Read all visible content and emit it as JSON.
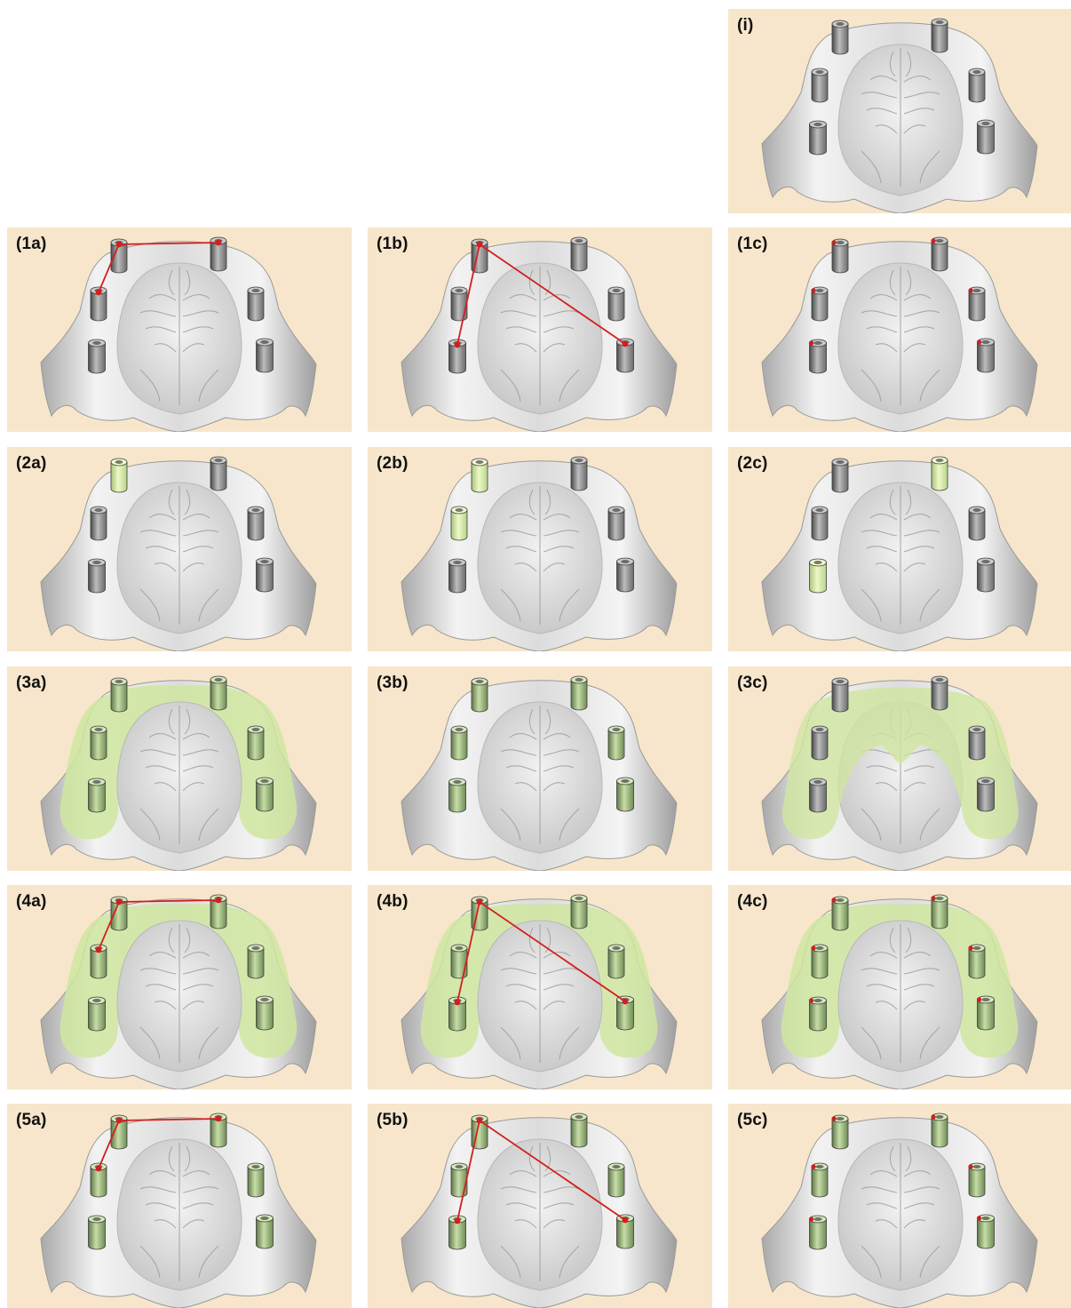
{
  "colors": {
    "panel_bg": "#f7e6cb",
    "gray_abutment": "#8e8e8e",
    "green_abutment": "#a8c487",
    "green_highlight": "#d5ec9e",
    "soft_tissue_green": "#cfe6a0",
    "measurement_red": "#d21f1f"
  },
  "panels": [
    {
      "label": "(i)",
      "abutments": [
        "gray",
        "gray",
        "gray",
        "gray",
        "gray",
        "gray"
      ],
      "gingiva": "none",
      "markers": "none"
    },
    {
      "label": "(1a)",
      "abutments": [
        "gray",
        "gray",
        "gray",
        "gray",
        "gray",
        "gray"
      ],
      "gingiva": "none",
      "markers": "lines-a"
    },
    {
      "label": "(1b)",
      "abutments": [
        "gray",
        "gray",
        "gray",
        "gray",
        "gray",
        "gray"
      ],
      "gingiva": "none",
      "markers": "lines-b"
    },
    {
      "label": "(1c)",
      "abutments": [
        "gray",
        "gray",
        "gray",
        "gray",
        "gray",
        "gray"
      ],
      "gingiva": "none",
      "markers": "dots"
    },
    {
      "label": "(2a)",
      "abutments": [
        "hl",
        "gray",
        "gray",
        "gray",
        "gray",
        "gray"
      ],
      "gingiva": "none",
      "markers": "none"
    },
    {
      "label": "(2b)",
      "abutments": [
        "hl",
        "hl",
        "gray",
        "gray",
        "gray",
        "gray"
      ],
      "gingiva": "none",
      "markers": "none"
    },
    {
      "label": "(2c)",
      "abutments": [
        "gray",
        "gray",
        "hl",
        "hl",
        "gray",
        "gray"
      ],
      "gingiva": "none",
      "markers": "none"
    },
    {
      "label": "(3a)",
      "abutments": [
        "green",
        "green",
        "green",
        "green",
        "green",
        "green"
      ],
      "gingiva": "arch",
      "markers": "none"
    },
    {
      "label": "(3b)",
      "abutments": [
        "green",
        "green",
        "green",
        "green",
        "green",
        "green"
      ],
      "gingiva": "none",
      "markers": "none"
    },
    {
      "label": "(3c)",
      "abutments": [
        "gray",
        "gray",
        "gray",
        "gray",
        "gray",
        "gray"
      ],
      "gingiva": "full",
      "markers": "none"
    },
    {
      "label": "(4a)",
      "abutments": [
        "green",
        "green",
        "green",
        "green",
        "green",
        "green"
      ],
      "gingiva": "arch",
      "markers": "lines-a"
    },
    {
      "label": "(4b)",
      "abutments": [
        "green",
        "green",
        "green",
        "green",
        "green",
        "green"
      ],
      "gingiva": "arch",
      "markers": "lines-b"
    },
    {
      "label": "(4c)",
      "abutments": [
        "green",
        "green",
        "green",
        "green",
        "green",
        "green"
      ],
      "gingiva": "arch",
      "markers": "dots"
    },
    {
      "label": "(5a)",
      "abutments": [
        "green",
        "green",
        "green",
        "green",
        "green",
        "green"
      ],
      "gingiva": "none",
      "markers": "lines-a"
    },
    {
      "label": "(5b)",
      "abutments": [
        "green",
        "green",
        "green",
        "green",
        "green",
        "green"
      ],
      "gingiva": "none",
      "markers": "lines-b"
    },
    {
      "label": "(5c)",
      "abutments": [
        "green",
        "green",
        "green",
        "green",
        "green",
        "green"
      ],
      "gingiva": "none",
      "markers": "dots"
    }
  ]
}
